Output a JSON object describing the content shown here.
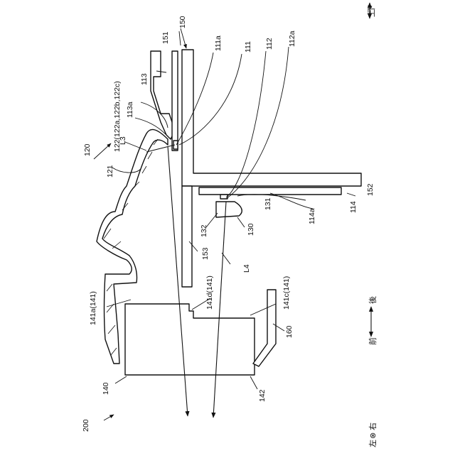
{
  "labels": {
    "l200": "200",
    "l140": "140",
    "l142": "142",
    "l160": "160",
    "l141a": "141a(141)",
    "l141d": "141d(141)",
    "l141c": "141c(141)",
    "l120": "120",
    "l121": "121",
    "l122": "122(122a,122b,122c)",
    "l113a": "113a",
    "l113": "113",
    "l151": "151",
    "l150": "150",
    "l111a": "111a",
    "l111": "111",
    "l112": "112",
    "l112a": "112a",
    "lL3": "L3",
    "lL4": "L4",
    "l153": "153",
    "l132": "132",
    "l130": "130",
    "l131": "131",
    "l114a": "114a",
    "l114": "114",
    "l152": "152"
  },
  "directions": {
    "up_down": {
      "up": "上",
      "down": "下"
    },
    "front_back": {
      "front": "前",
      "back": "後"
    },
    "left_right": {
      "left": "左",
      "symbol": "⊗",
      "right": "右"
    }
  }
}
